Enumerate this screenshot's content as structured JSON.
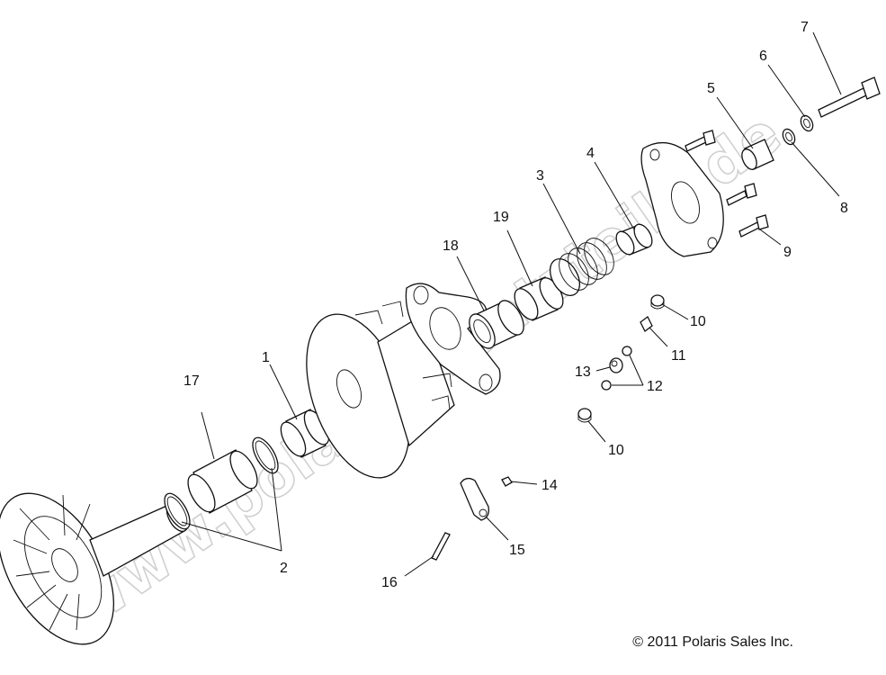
{
  "watermark": "www.polarisersatzteile.de",
  "copyright": "© 2011 Polaris Sales Inc.",
  "callouts": {
    "c1": "1",
    "c2": "2",
    "c3": "3",
    "c4": "4",
    "c5": "5",
    "c6": "6",
    "c7": "7",
    "c8": "8",
    "c9": "9",
    "c10a": "10",
    "c10b": "10",
    "c11": "11",
    "c12": "12",
    "c13": "13",
    "c14": "14",
    "c15": "15",
    "c16": "16",
    "c17": "17",
    "c18": "18",
    "c19": "19"
  }
}
